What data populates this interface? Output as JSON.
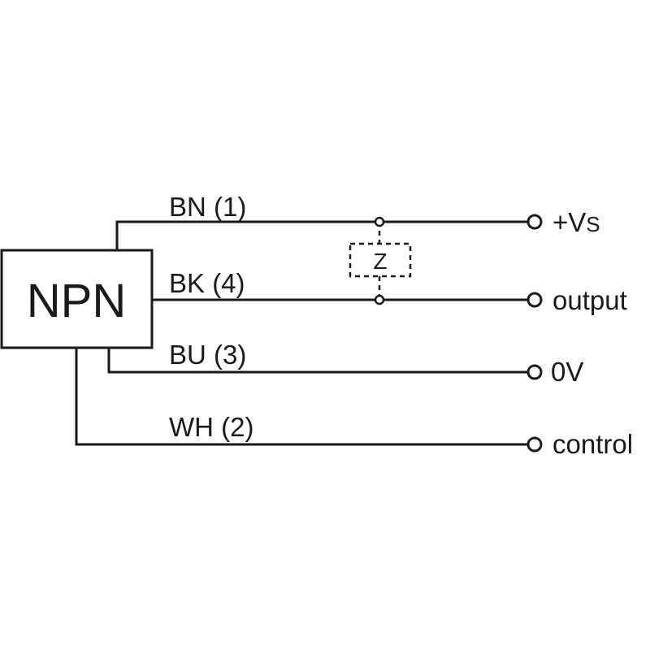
{
  "component": {
    "label": "NPN"
  },
  "wires": [
    {
      "id": "bn",
      "code": "BN (1)",
      "terminal": "+V",
      "terminal_sub": "S"
    },
    {
      "id": "bk",
      "code": "BK (4)",
      "terminal": "output"
    },
    {
      "id": "bu",
      "code": "BU (3)",
      "terminal": "0V"
    },
    {
      "id": "wh",
      "code": "WH (2)",
      "terminal": "control"
    }
  ],
  "load": {
    "label": "Z"
  },
  "colors": {
    "line": "#1a1a1a",
    "background": "#ffffff"
  }
}
